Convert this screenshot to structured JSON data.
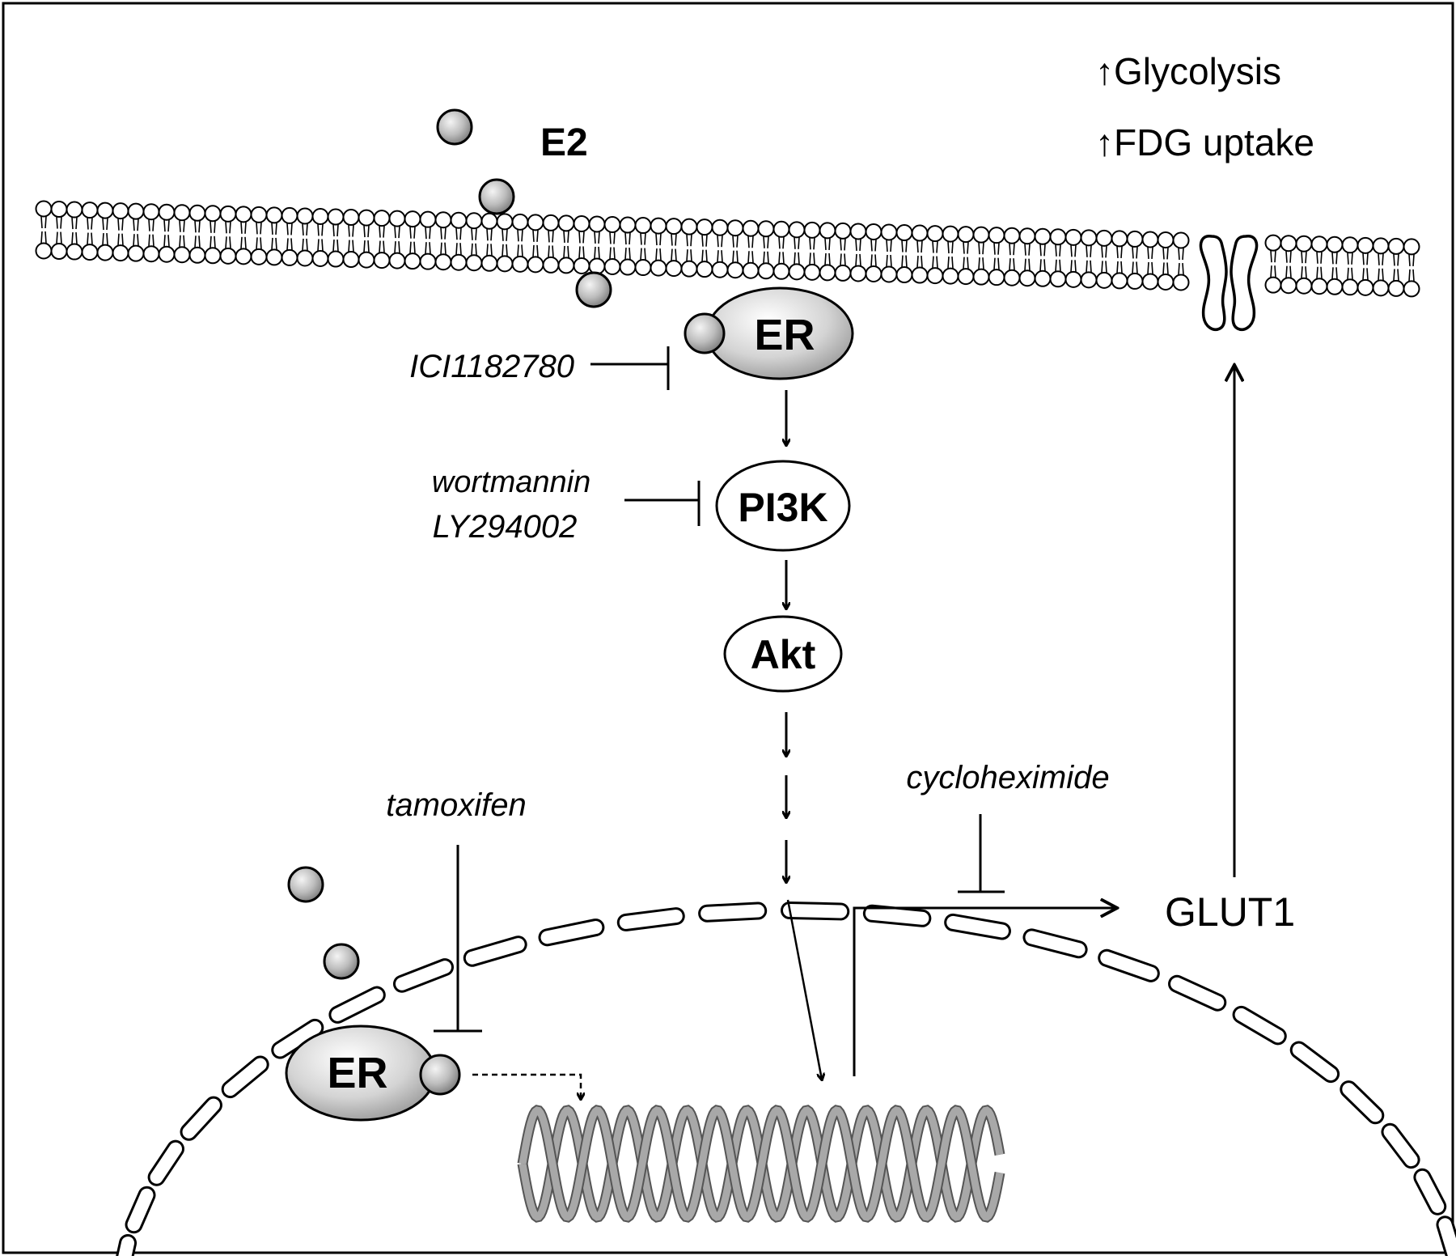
{
  "labels": {
    "e2": "E2",
    "glycolysis": "↑Glycolysis",
    "fdg_uptake": "↑FDG uptake",
    "er_membrane": "ER",
    "er_nuclear": "ER",
    "pi3k": "PI3K",
    "akt": "Akt",
    "glut1": "GLUT1"
  },
  "inhibitors": {
    "ici": "ICI1182780",
    "wortmannin": "wortmannin",
    "ly294002": "LY294002",
    "tamoxifen": "tamoxifen",
    "cycloheximide": "cycloheximide"
  },
  "colors": {
    "stroke": "#000000",
    "membrane_head": "#ffffff",
    "ligand_fill": "#bdbdbd",
    "er_fill": "#d4d4d4",
    "dna": "#a8a8a8",
    "background": "#ffffff"
  }
}
